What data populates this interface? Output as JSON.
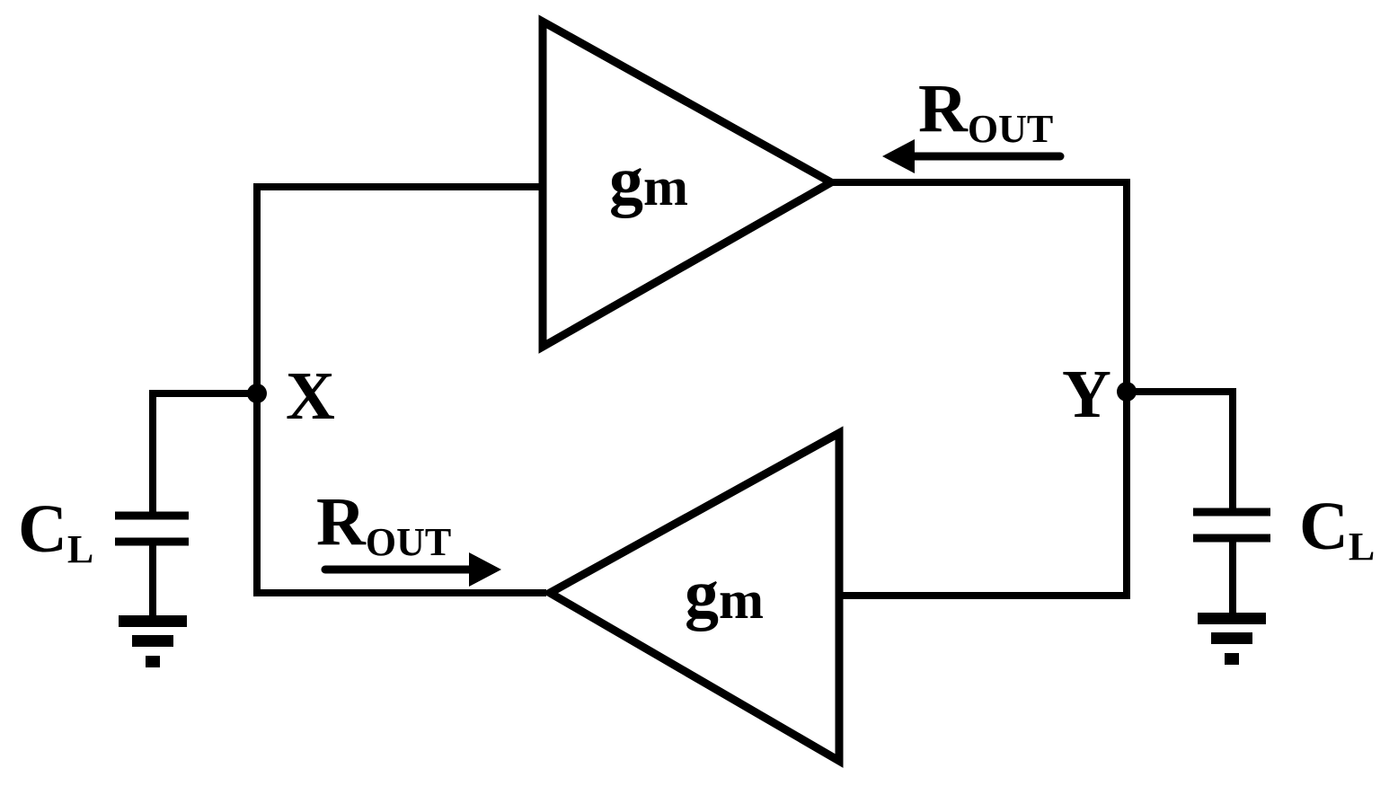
{
  "diagram": {
    "amplifiers": [
      {
        "label_main": "g",
        "label_sub": "m"
      },
      {
        "label_main": "g",
        "label_sub": "m"
      }
    ],
    "nodes": {
      "x": "X",
      "y": "Y"
    },
    "resistances": [
      {
        "label_main": "R",
        "label_sub": "OUT"
      },
      {
        "label_main": "R",
        "label_sub": "OUT"
      }
    ],
    "capacitors": [
      {
        "label_main": "C",
        "label_sub": "L"
      },
      {
        "label_main": "C",
        "label_sub": "L"
      }
    ]
  }
}
